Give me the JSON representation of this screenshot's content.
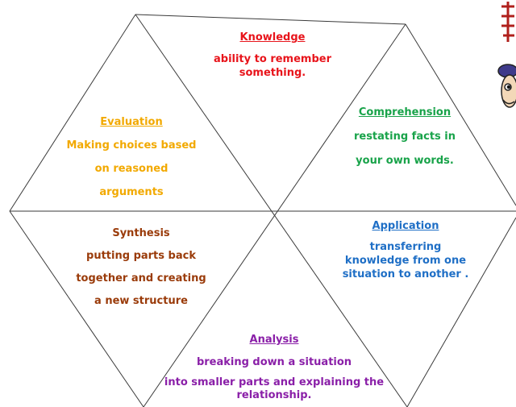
{
  "colors": {
    "knowledge": "#e8141b",
    "comprehension": "#19a34a",
    "application": "#1f6fc6",
    "analysis": "#8a1fa8",
    "synthesis": "#9a3b0a",
    "evaluation": "#f2a900",
    "lines": "#3a3a3a"
  },
  "sections": {
    "knowledge": {
      "title": "Knowledge",
      "lines": [
        "ability to remember",
        "something."
      ]
    },
    "comprehension": {
      "title": "Comprehension",
      "lines": [
        "restating facts in",
        "your own words."
      ]
    },
    "application": {
      "title": "Application",
      "lines": [
        "transferring",
        "knowledge from one",
        "situation to another ."
      ]
    },
    "analysis": {
      "title": "Analysis",
      "lines": [
        "breaking down a situation",
        "into smaller parts and explaining the",
        "relationship."
      ]
    },
    "synthesis": {
      "title": "Synthesis",
      "lines": [
        "putting parts back",
        "together and creating",
        "a new structure"
      ]
    },
    "evaluation": {
      "title": "Evaluation",
      "lines": [
        "Making choices based",
        "on reasoned",
        "arguments"
      ]
    }
  },
  "decoration": {
    "icon": "cartoon-character-icon"
  }
}
